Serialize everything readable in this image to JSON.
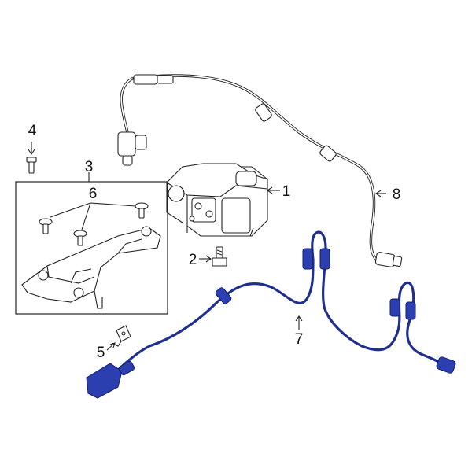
{
  "callouts": {
    "c1": "1",
    "c2": "2",
    "c3": "3",
    "c4": "4",
    "c5": "5",
    "c6": "6",
    "c7": "7",
    "c8": "8"
  },
  "colors": {
    "highlight": "#2b3fb0",
    "line": "#222222",
    "background": "#ffffff"
  }
}
